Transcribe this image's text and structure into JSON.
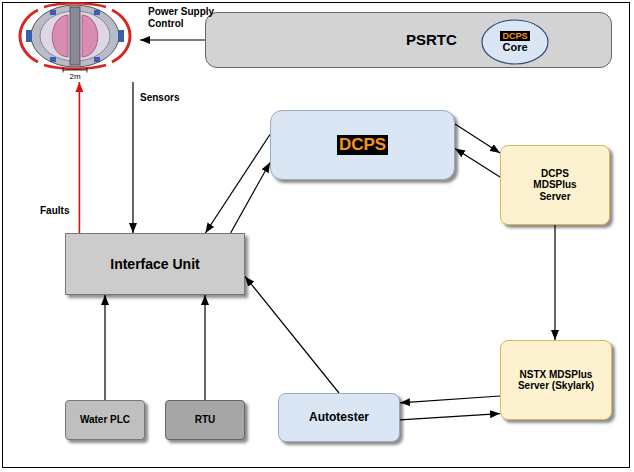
{
  "diagram": {
    "nodes": [
      {
        "text": [
          "2m"
        ]
      },
      {
        "text": [
          "PSRTC"
        ]
      },
      {
        "text": [
          "DCPS",
          "Core"
        ],
        "in": 1
      },
      {
        "text": [
          "DCPS"
        ]
      },
      {
        "text": [
          "DCPS MDSPlus Server"
        ]
      },
      {
        "text": [
          "Interface Unit"
        ]
      },
      {
        "text": [
          "NSTX MDSPlus Server (Skylark)"
        ]
      },
      {
        "text": [
          "Water PLC"
        ]
      },
      {
        "text": [
          "RTU"
        ]
      },
      {
        "text": [
          "Autotester"
        ]
      }
    ],
    "edges": [
      {
        "from": 1,
        "to": 0,
        "label": "Power Supply Control",
        "arrow": "to"
      },
      {
        "from": 0,
        "to": 5,
        "label": "Sensors",
        "arrow": "to"
      },
      {
        "from": 5,
        "to": 0,
        "label": "Faults",
        "arrow": "to"
      },
      {
        "from": 3,
        "to": 5,
        "arrow": "to"
      },
      {
        "from": 5,
        "to": 3,
        "arrow": "to"
      },
      {
        "from": 3,
        "to": 4,
        "arrow": "to"
      },
      {
        "from": 4,
        "to": 3,
        "arrow": "to"
      },
      {
        "from": 4,
        "to": 6,
        "arrow": "to"
      },
      {
        "from": 6,
        "to": 9,
        "arrow": "to"
      },
      {
        "from": 9,
        "to": 6,
        "arrow": "to"
      },
      {
        "from": 9,
        "to": 5,
        "arrow": "to"
      },
      {
        "from": 7,
        "to": 5,
        "arrow": "to"
      },
      {
        "from": 8,
        "to": 5,
        "arrow": "to"
      }
    ]
  }
}
